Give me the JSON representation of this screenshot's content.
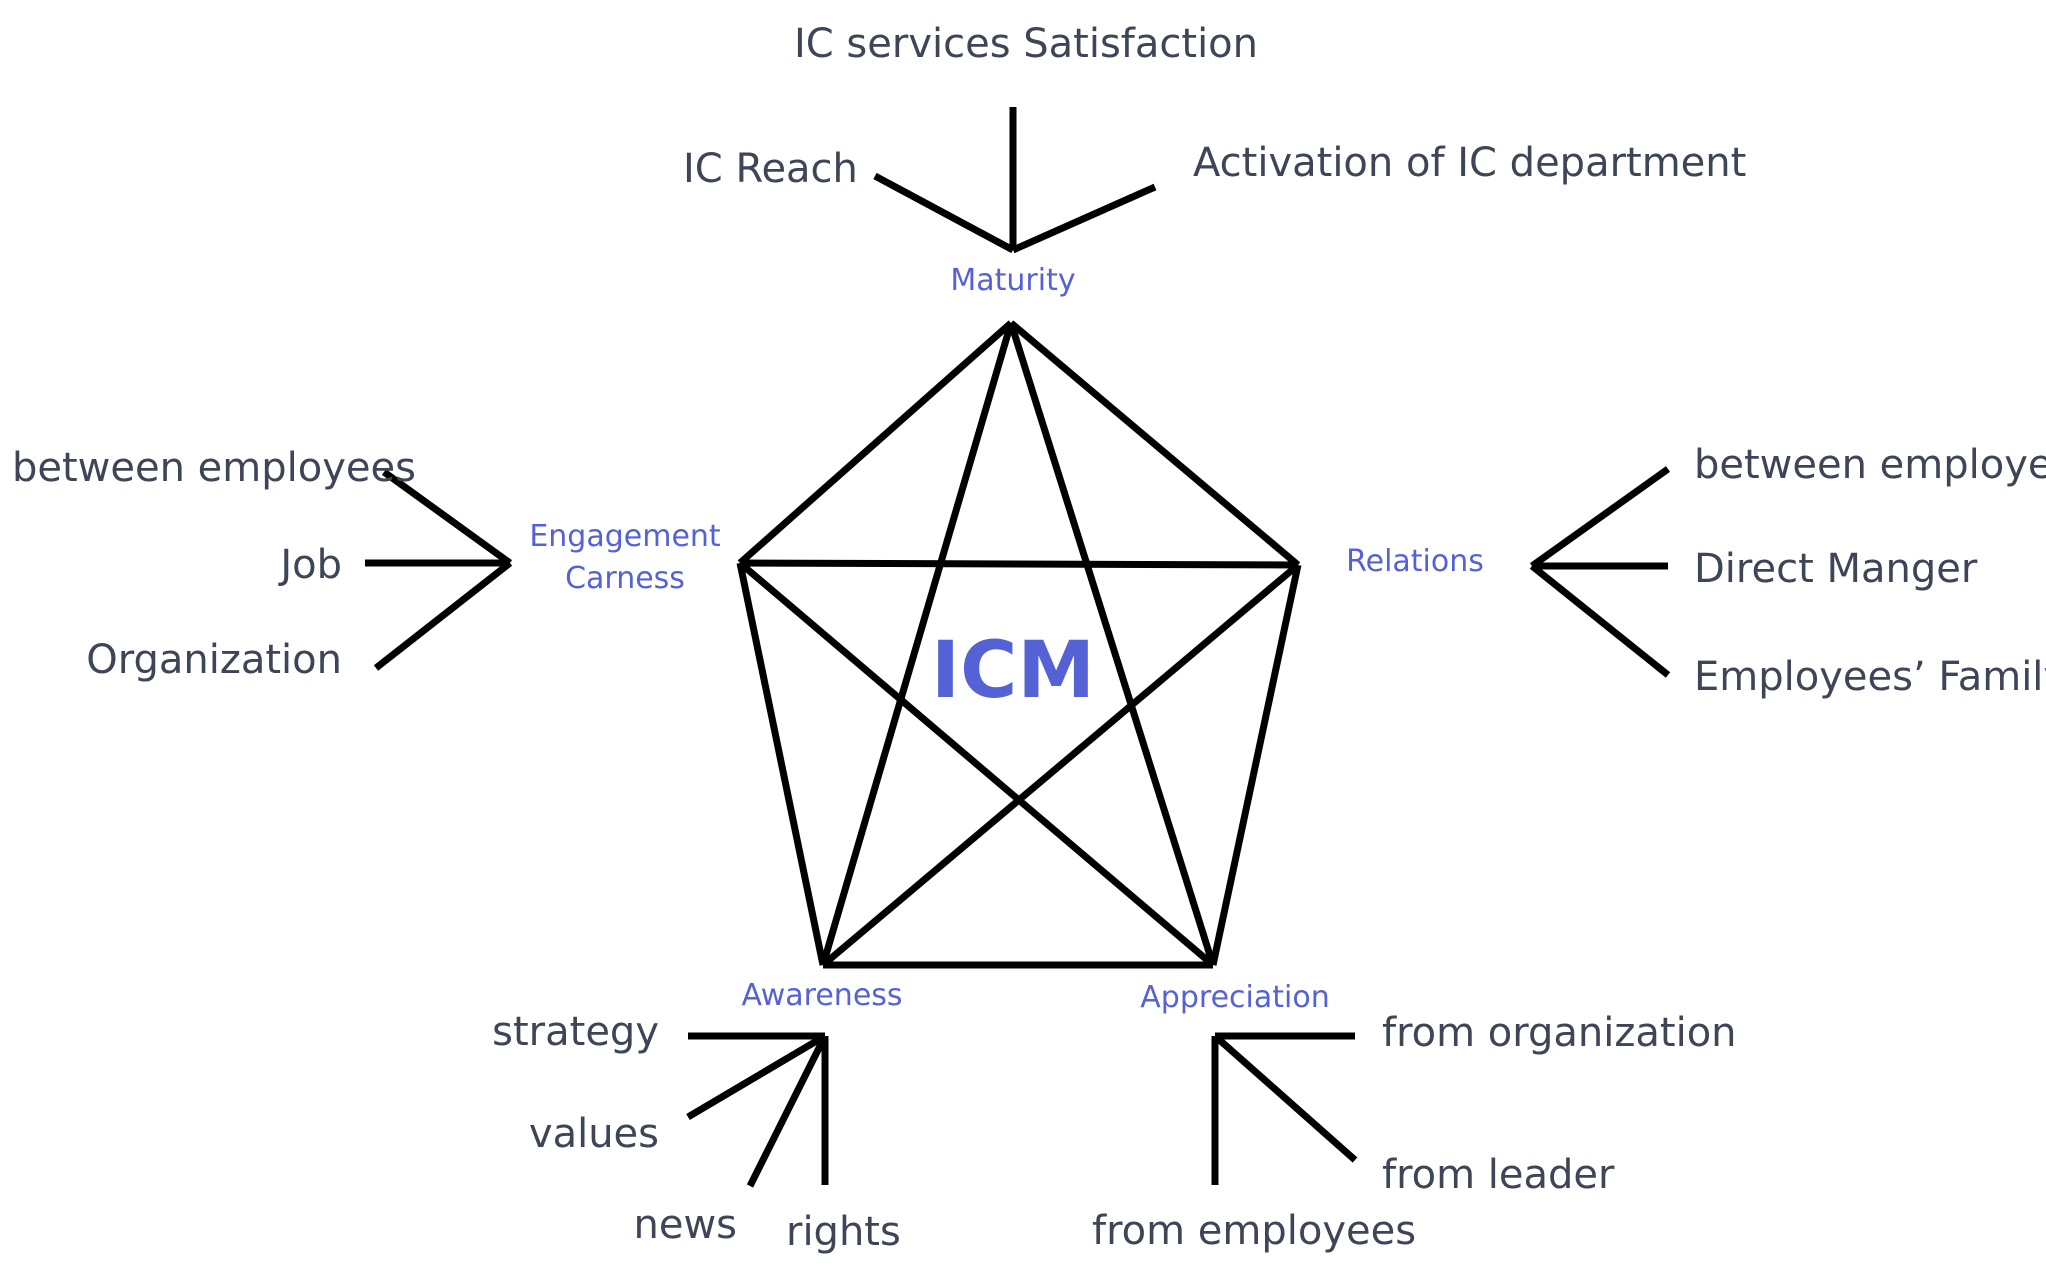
{
  "center": "ICM",
  "nodes": {
    "maturity": "Maturity",
    "engagement": [
      "Engagement",
      "Carness"
    ],
    "relations": "Relations",
    "awareness": "Awareness",
    "appreciation": "Appreciation"
  },
  "items": {
    "maturity": [
      "IC services Satisfaction",
      "IC Reach",
      "Activation of IC department"
    ],
    "engagement": [
      "between employees",
      "Job",
      "Organization"
    ],
    "relations": [
      "between employees",
      "Direct Manger",
      "Employees’ Family"
    ],
    "awareness": [
      "strategy",
      "values",
      "news",
      "rights"
    ],
    "appreciation": [
      "from organization",
      "from leader",
      "from employees"
    ]
  },
  "colors": {
    "node": "#5562d6",
    "text": "#3d4557",
    "line": "#000000"
  }
}
